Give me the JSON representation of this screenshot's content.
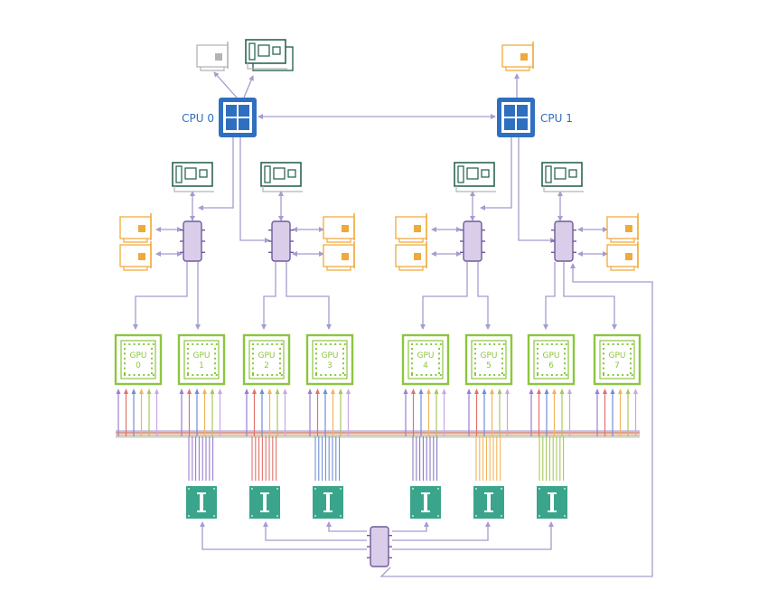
{
  "diagram": {
    "cpus": [
      {
        "label": "CPU 0"
      },
      {
        "label": "CPU 1"
      }
    ],
    "gpus": [
      {
        "name": "GPU",
        "index": "0"
      },
      {
        "name": "GPU",
        "index": "1"
      },
      {
        "name": "GPU",
        "index": "2"
      },
      {
        "name": "GPU",
        "index": "3"
      },
      {
        "name": "GPU",
        "index": "4"
      },
      {
        "name": "GPU",
        "index": "5"
      },
      {
        "name": "GPU",
        "index": "6"
      },
      {
        "name": "GPU",
        "index": "7"
      }
    ],
    "colors": {
      "cpu": "#2f6fc0",
      "gpu": "#8cc63f",
      "nic": "#f0a93a",
      "nic_gray": "#b3b3b3",
      "storage": "#1d5c45",
      "switch_fill": "#d9cdea",
      "switch_stroke": "#6f5a99",
      "link": "#a89bcf",
      "nvswitch": "#3aa58a",
      "nvlink": [
        "#9a7fd0",
        "#e0726c",
        "#6f8fd6",
        "#8c7ac7",
        "#f2b45a",
        "#a6c95a"
      ]
    }
  }
}
